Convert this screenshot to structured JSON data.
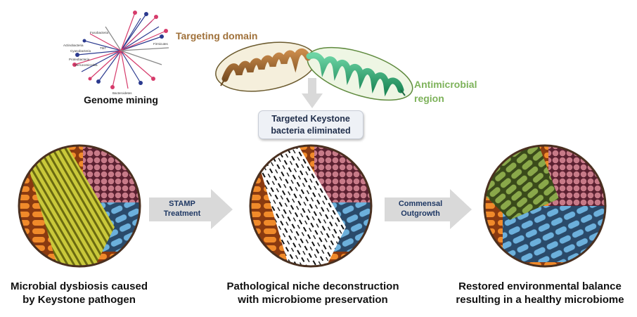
{
  "genome_mining_label": "Genome mining",
  "tree_labels": [
    "Fusobacteria",
    "Actinobacteria",
    "TM7",
    "Cyanobacteria",
    "Proteobacteria",
    "Verrucomicrobia",
    "Bacteroidetes",
    "Firmicutes"
  ],
  "targeting_domain_label": "Targeting domain",
  "antimicrobial_label_line1": "Antimicrobial",
  "antimicrobial_label_line2": "region",
  "eliminated_box": {
    "line1": "Targeted Keystone",
    "line2": "bacteria eliminated"
  },
  "arrow1": {
    "line1": "STAMP",
    "line2": "Treatment"
  },
  "arrow2": {
    "line1": "Commensal",
    "line2": "Outgrowth"
  },
  "caption_left": {
    "line1": "Microbial dysbiosis caused",
    "line2": "by Keystone pathogen"
  },
  "caption_middle": {
    "line1": "Pathological niche deconstruction",
    "line2": "with microbiome preservation"
  },
  "caption_right": {
    "line1": "Restored environmental balance",
    "line2": "resulting in a healthy microbiome"
  },
  "colors": {
    "targeting": "#a0713a",
    "antimicrobial": "#7db25a",
    "arrow_fill": "#d9d9d9",
    "box_fill": "#eef1f6"
  }
}
